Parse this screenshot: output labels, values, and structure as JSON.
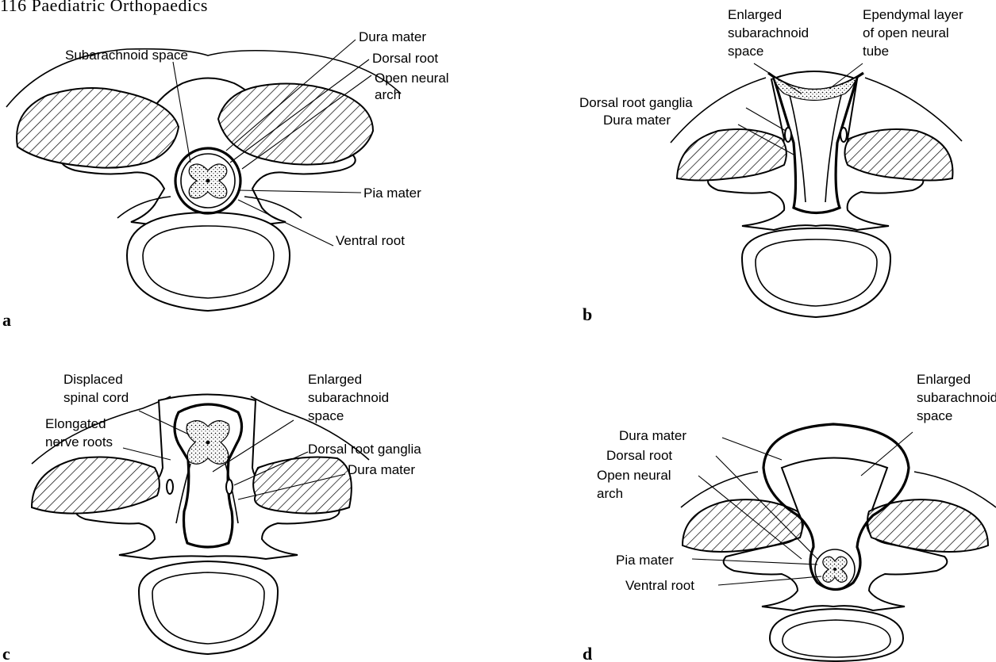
{
  "page": {
    "header_text": "116   Paediatric Orthopaedics"
  },
  "panels": {
    "a": {
      "tag": "a",
      "labels": {
        "subarachnoid_space": "Subarachnoid space",
        "dura_mater": "Dura mater",
        "dorsal_root": "Dorsal root",
        "open_neural_1": "Open neural",
        "open_neural_2": "arch",
        "pia_mater": "Pia mater",
        "ventral_root": "Ventral root"
      }
    },
    "b": {
      "tag": "b",
      "labels": {
        "enlarged_1": "Enlarged",
        "enlarged_2": "subarachnoid",
        "enlarged_3": "space",
        "ependymal_1": "Ependymal layer",
        "ependymal_2": "of open neural",
        "ependymal_3": "tube",
        "dorsal_root_ganglia": "Dorsal root ganglia",
        "dura_mater": "Dura mater"
      }
    },
    "c": {
      "tag": "c",
      "labels": {
        "displaced_1": "Displaced",
        "displaced_2": "spinal cord",
        "elongated_1": "Elongated",
        "elongated_2": "nerve roots",
        "enlarged_1": "Enlarged",
        "enlarged_2": "subarachnoid",
        "enlarged_3": "space",
        "dorsal_root_ganglia": "Dorsal root ganglia",
        "dura_mater": "Dura mater"
      }
    },
    "d": {
      "tag": "d",
      "labels": {
        "enlarged_1": "Enlarged",
        "enlarged_2": "subarachnoid",
        "enlarged_3": "space",
        "dura_mater": "Dura mater",
        "dorsal_root": "Dorsal root",
        "open_neural_1": "Open neural",
        "open_neural_2": "arch",
        "pia_mater": "Pia mater",
        "ventral_root": "Ventral root"
      }
    }
  }
}
